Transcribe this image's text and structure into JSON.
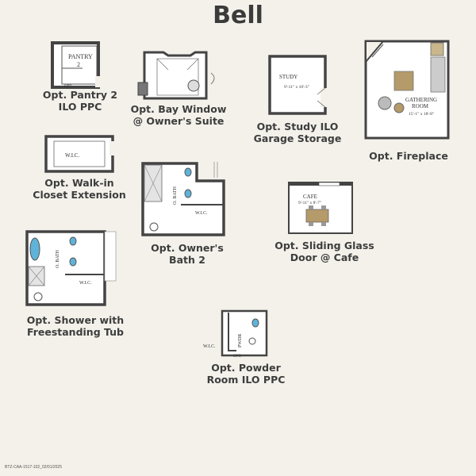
{
  "title": "Bell",
  "footer": "BTZ-CAA-1517-102_02/01/2025",
  "options": [
    {
      "id": "pantry2",
      "caption": [
        "Opt. Pantry 2",
        "ILO PPC"
      ],
      "labels": {
        "room": "PANTRY",
        "num": "2",
        "opt": "OPT."
      }
    },
    {
      "id": "baywindow",
      "caption": [
        "Opt. Bay Window",
        "@ Owner's Suite"
      ]
    },
    {
      "id": "study",
      "caption": [
        "Opt. Study ILO",
        "Garage Storage"
      ],
      "labels": {
        "room": "STUDY",
        "dims": "9'-11\" x 10'-3\""
      }
    },
    {
      "id": "fireplace",
      "caption": [
        "Opt. Fireplace"
      ],
      "labels": {
        "room1": "GATHERING",
        "room2": "ROOM",
        "dims": "15'-1\" x 18'-8\""
      }
    },
    {
      "id": "wic",
      "caption": [
        "Opt. Walk-in",
        "Closet Extension"
      ],
      "labels": {
        "room": "W.I.C."
      }
    },
    {
      "id": "ownersbath2",
      "caption": [
        "Opt. Owner's",
        "Bath 2"
      ],
      "labels": {
        "bath": "O. BATH",
        "wic": "W.I.C."
      }
    },
    {
      "id": "sliding",
      "caption": [
        "Opt. Sliding Glass",
        "Door @ Cafe"
      ],
      "labels": {
        "room": "CAFE",
        "dims": "9'-11\" x 8'-7\""
      }
    },
    {
      "id": "shower",
      "caption": [
        "Opt. Shower with",
        "Freestanding Tub"
      ],
      "labels": {
        "bath": "O. BATH",
        "wic": "W.I.C."
      }
    },
    {
      "id": "powder",
      "caption": [
        "Opt. Powder",
        "Room ILO PPC"
      ],
      "labels": {
        "wic": "W.I.C.",
        "room": "PWDR",
        "opt": "OPT."
      }
    }
  ]
}
